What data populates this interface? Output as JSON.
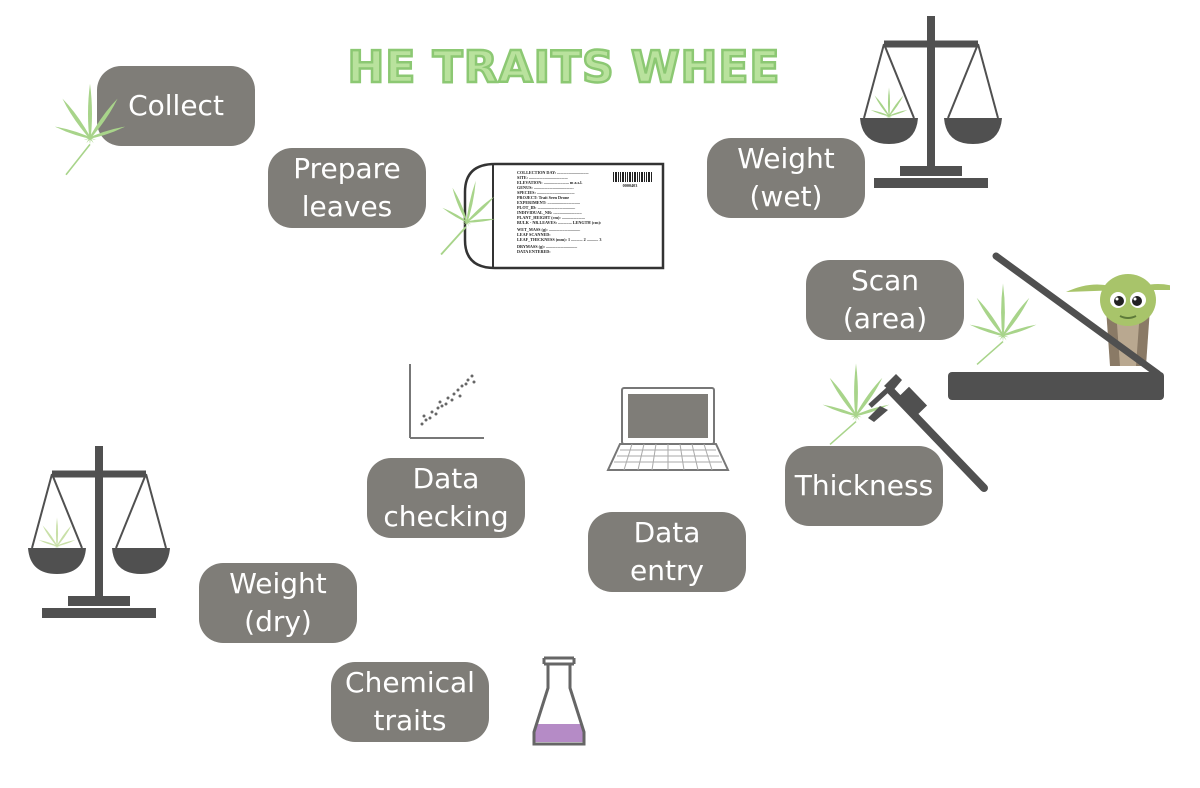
{
  "title": "THE TRAITS WHEEL",
  "colors": {
    "pill_bg": "#7f7d78",
    "pill_text": "#ffffff",
    "title_fill": "#b9e29d",
    "title_stroke": "#8cc873",
    "leaf": "#a8d48a",
    "icon_dark": "#505050",
    "flask_liquid": "#b58bc6",
    "yoda_skin": "#a8c46a"
  },
  "steps": {
    "collect": {
      "line1": "Collect"
    },
    "prepare": {
      "line1": "Prepare",
      "line2": "leaves"
    },
    "weight_wet": {
      "line1": "Weight",
      "line2": "(wet)"
    },
    "scan": {
      "line1": "Scan",
      "line2": "(area)"
    },
    "thickness": {
      "line1": "Thickness"
    },
    "data_entry": {
      "line1": "Data",
      "line2": "entry"
    },
    "data_checking": {
      "line1": "Data",
      "line2": "checking"
    },
    "weight_dry": {
      "line1": "Weight",
      "line2": "(dry)"
    },
    "chemical": {
      "line1": "Chemical",
      "line2": "traits"
    }
  },
  "card": {
    "lines": [
      "COLLECTION DAY: ..............................",
      "SITE: .....................................",
      "ELEVATION: ........................ m a.s.l.",
      "GENUS: ......................................",
      "SPECIES: ....................................",
      "PROJECT: Trait    Seen     Drone",
      "EXPERIMENT: ...............................",
      "PLOT_ID: ....................................",
      "INDIVIDUAL_NR: ...........................",
      "PLANT_HEIGHT (cm): ......................",
      "BULK - NR.LEAVES: ............. LENGTH (cm):",
      "WET_MASS (g): ..............................",
      "LEAF SCANNED: ",
      "LEAF_THICKNESS (mm): 1 ........... 2 ........... 3",
      "DRYMASS (g): ..............................",
      "DATA ENTERED: "
    ],
    "code": "0000403"
  }
}
